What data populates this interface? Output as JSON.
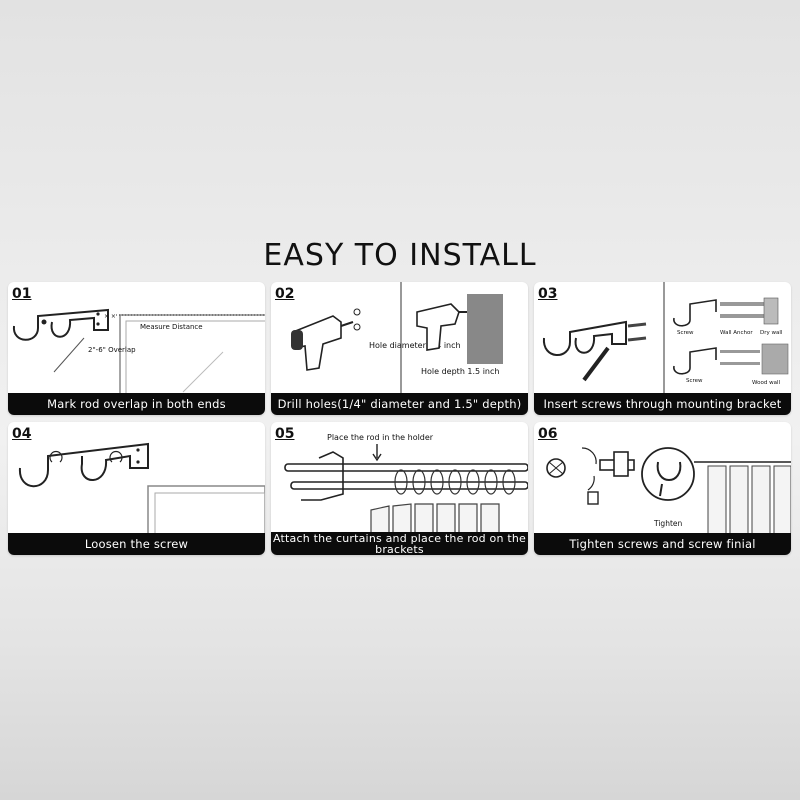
{
  "header": {
    "title": "EASY TO INSTALL"
  },
  "steps": [
    {
      "number": "01",
      "caption": "Mark rod  overlap in both ends",
      "labels": {
        "overlap": "2\"-6\" Overlap",
        "measure": "Measure Distance"
      }
    },
    {
      "number": "02",
      "caption": "Drill holes(1/4\" diameter and 1.5\" depth)",
      "labels": {
        "hole_diameter": "Hole diameter 1/4 inch",
        "hole_depth": "Hole depth 1.5 inch"
      }
    },
    {
      "number": "03",
      "caption": "Insert screws through mounting bracket",
      "labels": {
        "screw": "Screw",
        "wall_anchor": "Wall Anchor",
        "dry_wall": "Dry wall",
        "screw2": "Screw",
        "wood_wall": "Wood wall"
      }
    },
    {
      "number": "04",
      "caption": "Loosen the screw",
      "labels": {}
    },
    {
      "number": "05",
      "caption": "Attach the curtains and place the rod on the brackets",
      "labels": {
        "place": "Place the rod in the holder"
      }
    },
    {
      "number": "06",
      "caption": "Tighten screws and screw finial",
      "labels": {
        "tighten": "Tighten"
      }
    }
  ]
}
